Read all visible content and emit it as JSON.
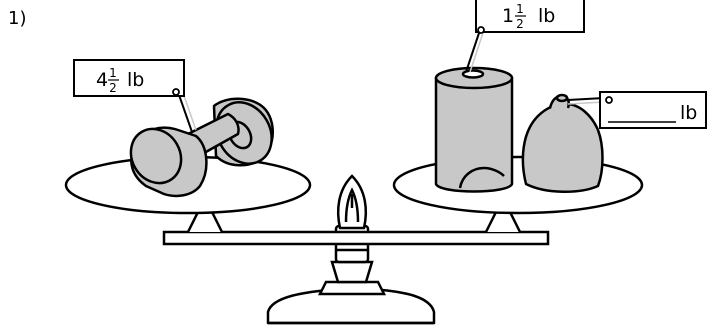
{
  "problem": {
    "number": "1)"
  },
  "tags": {
    "dumbbell": {
      "whole": "4",
      "numerator": "1",
      "denominator": "2",
      "unit": "lb"
    },
    "can": {
      "whole": "1",
      "numerator": "1",
      "denominator": "2",
      "unit": "lb"
    },
    "bag": {
      "blank": "",
      "unit": "lb"
    }
  },
  "colors": {
    "stroke": "#000000",
    "object_fill": "#c8c8c8",
    "background": "#ffffff"
  }
}
